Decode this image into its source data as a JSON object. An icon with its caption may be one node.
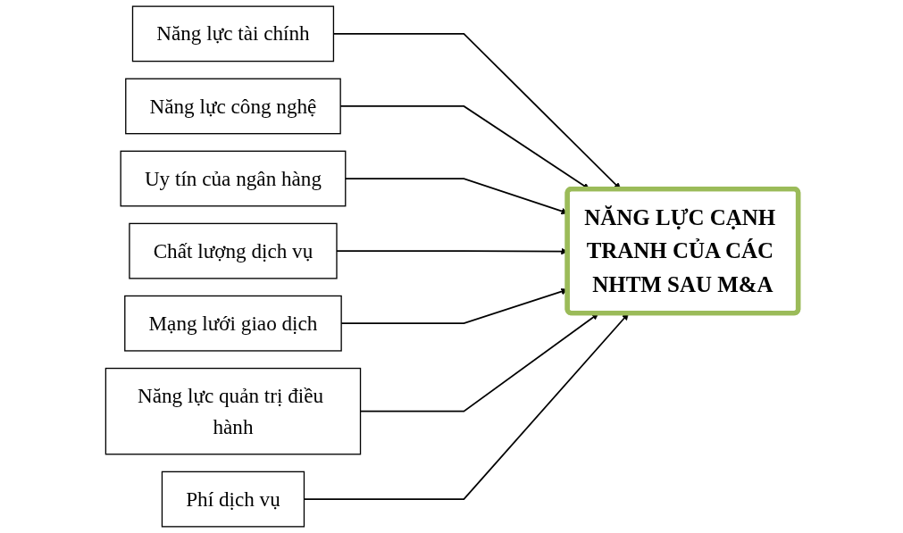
{
  "diagram": {
    "nodes": [
      {
        "text": [
          "Năng lực tài chính"
        ]
      },
      {
        "text": [
          "Năng lực công nghệ"
        ]
      },
      {
        "text": [
          "Uy tín của ngân hàng"
        ]
      },
      {
        "text": [
          "Chất lượng dịch vụ"
        ]
      },
      {
        "text": [
          "Mạng lưới giao dịch"
        ]
      },
      {
        "text": [
          "Năng lực quản trị điều hành"
        ]
      },
      {
        "text": [
          "Phí dịch vụ"
        ]
      },
      {
        "text": [
          "NĂNG LỰC CẠNH TRANH CỦA CÁC NHTM SAU M&A"
        ]
      }
    ],
    "edges": [
      {
        "from": 0,
        "to": 7,
        "arrow": "to"
      },
      {
        "from": 1,
        "to": 7,
        "arrow": "to"
      },
      {
        "from": 2,
        "to": 7,
        "arrow": "to"
      },
      {
        "from": 3,
        "to": 7,
        "arrow": "to"
      },
      {
        "from": 4,
        "to": 7,
        "arrow": "to"
      },
      {
        "from": 5,
        "to": 7,
        "arrow": "to"
      },
      {
        "from": 6,
        "to": 7,
        "arrow": "to"
      }
    ]
  }
}
